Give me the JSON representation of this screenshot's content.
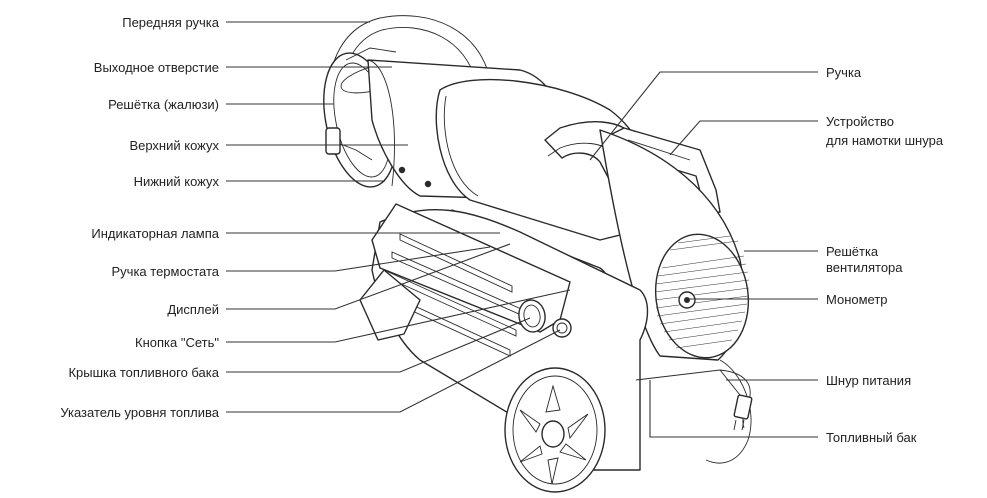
{
  "labels_left": [
    {
      "id": "front-handle",
      "text": "Передняя ручка"
    },
    {
      "id": "outlet",
      "text": "Выходное отверстие"
    },
    {
      "id": "louver-grille",
      "text": "Решётка (жалюзи)"
    },
    {
      "id": "upper-casing",
      "text": "Верхний кожух"
    },
    {
      "id": "lower-casing",
      "text": "Нижний кожух"
    },
    {
      "id": "indicator-lamp",
      "text": "Индикаторная лампа"
    },
    {
      "id": "thermostat-knob",
      "text": "Ручка термостата"
    },
    {
      "id": "display",
      "text": "Дисплей"
    },
    {
      "id": "power-button",
      "text": "Кнопка \"Сеть\""
    },
    {
      "id": "fuel-cap",
      "text": "Крышка топливного бака"
    },
    {
      "id": "fuel-gauge",
      "text": "Указатель уровня топлива"
    }
  ],
  "labels_right": [
    {
      "id": "handle",
      "lines": [
        "Ручка"
      ]
    },
    {
      "id": "cord-winder",
      "lines": [
        "Устройство",
        "для намотки шнура"
      ]
    },
    {
      "id": "fan-grille",
      "lines": [
        "Решётка",
        "вентилятора"
      ]
    },
    {
      "id": "manometer",
      "lines": [
        "Монометр"
      ]
    },
    {
      "id": "power-cord",
      "lines": [
        "Шнур питания"
      ]
    },
    {
      "id": "fuel-tank",
      "lines": [
        "Топливный бак"
      ]
    }
  ]
}
